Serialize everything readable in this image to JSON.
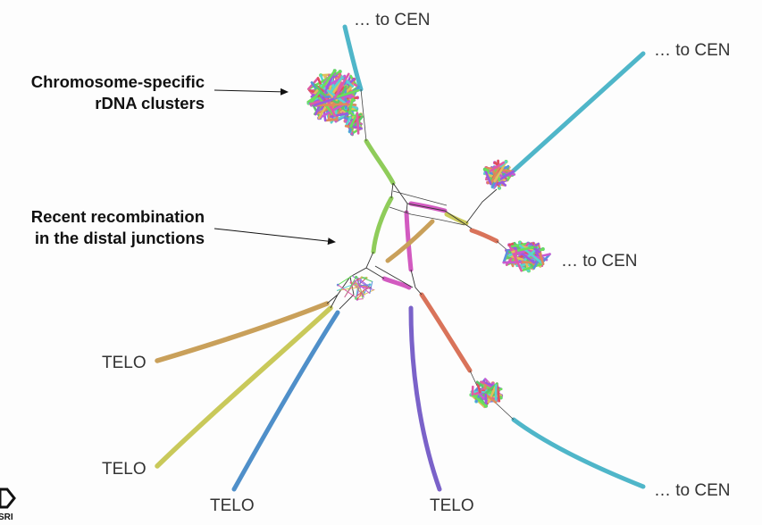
{
  "annotations": {
    "clusters_line1": "Chromosome-specific",
    "clusters_line2": "rDNA clusters",
    "recomb_line1": "Recent recombination",
    "recomb_line2": "in the distal junctions"
  },
  "labels": {
    "cen_top": "… to CEN",
    "cen_top_right": "… to CEN",
    "cen_mid_right": "… to CEN",
    "cen_bottom_right": "… to CEN",
    "telo_1": "TELO",
    "telo_2": "TELO",
    "telo_3": "TELO",
    "telo_4": "TELO"
  },
  "logo": {
    "text": "SRI"
  },
  "colors": {
    "cyan": "#4fb6c9",
    "tan": "#c9a05a",
    "olive": "#c9c95a",
    "blue": "#4f8fc9",
    "purple": "#7a62c9",
    "salmon": "#d9735a",
    "green": "#8fcc5a",
    "magenta": "#d25ac0"
  },
  "cluster_palette": [
    "#e0505a",
    "#5ac96a",
    "#5a8fe0",
    "#c95ad2",
    "#e0c05a",
    "#5ad2d2",
    "#e08a5a",
    "#9a5ae0",
    "#6ae05a",
    "#e05aa8"
  ]
}
